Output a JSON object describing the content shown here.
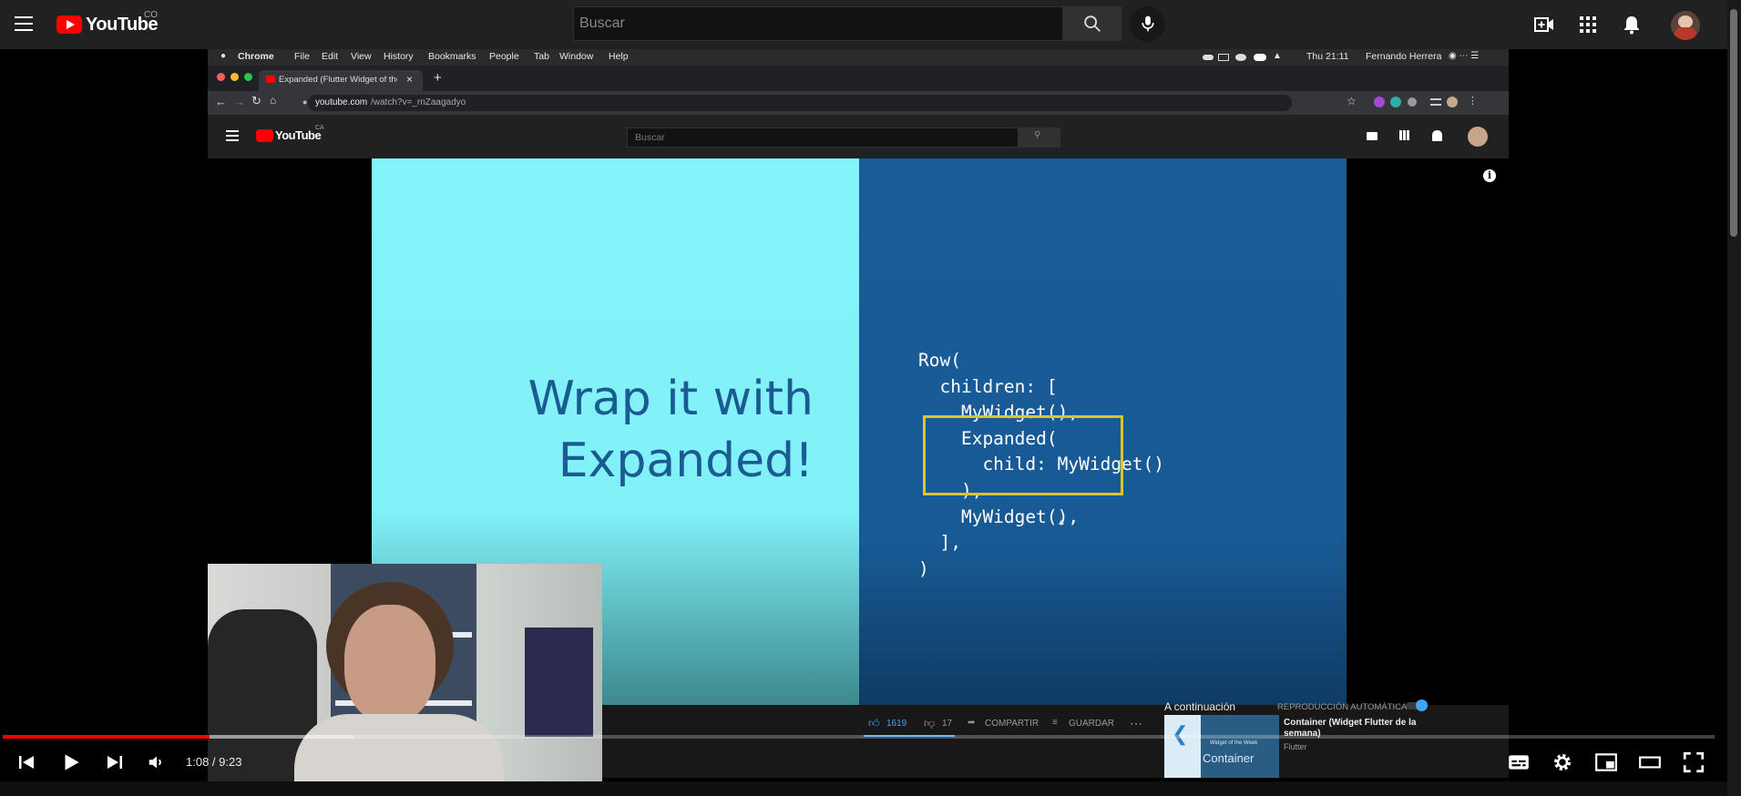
{
  "outer_header": {
    "logo_text": "YouTube",
    "country_code": "CO",
    "search_placeholder": "Buscar"
  },
  "mac_menubar": {
    "items": [
      "Chrome",
      "File",
      "Edit",
      "View",
      "History",
      "Bookmarks",
      "People",
      "Tab",
      "Window",
      "Help"
    ],
    "clock": "Thu 21:11",
    "user": "Fernando Herrera"
  },
  "chrome": {
    "tab_title": "Expanded (Flutter Widget of the",
    "url_host": "youtube.com",
    "url_path": "/watch?v=_rnZaagadyo"
  },
  "inner_youtube": {
    "logo_text": "YouTube",
    "country_code": "CA",
    "search_placeholder": "Buscar"
  },
  "slide": {
    "title_line1": "Wrap it with",
    "title_line2": "Expanded!",
    "code": "Row(\n  children: [\n    MyWidget(),\n    Expanded(\n      child: MyWidget()\n    ),\n    MyWidget(),\n  ],\n)",
    "bg_left": "#84f4fb",
    "bg_right": "#1a5c97",
    "highlight_color": "#e0c229"
  },
  "inner_below": {
    "likes": "1619",
    "dislikes": "17",
    "share_label": "COMPARTIR",
    "save_label": "GUARDAR",
    "up_next_label": "A continuación",
    "autoplay_label": "REPRODUCCIÓN AUTOMÁTICA",
    "next_video_title": "Container (Widget Flutter de la semana)",
    "next_video_channel": "Flutter",
    "next_thumb_caption": "Widget of the Week",
    "next_thumb_word": "Container",
    "inner_progress": 0.11
  },
  "player": {
    "time_display": "1:08 / 9:23",
    "progress": 0.1208,
    "buffered": 0.205,
    "accent": "#ff0000"
  }
}
